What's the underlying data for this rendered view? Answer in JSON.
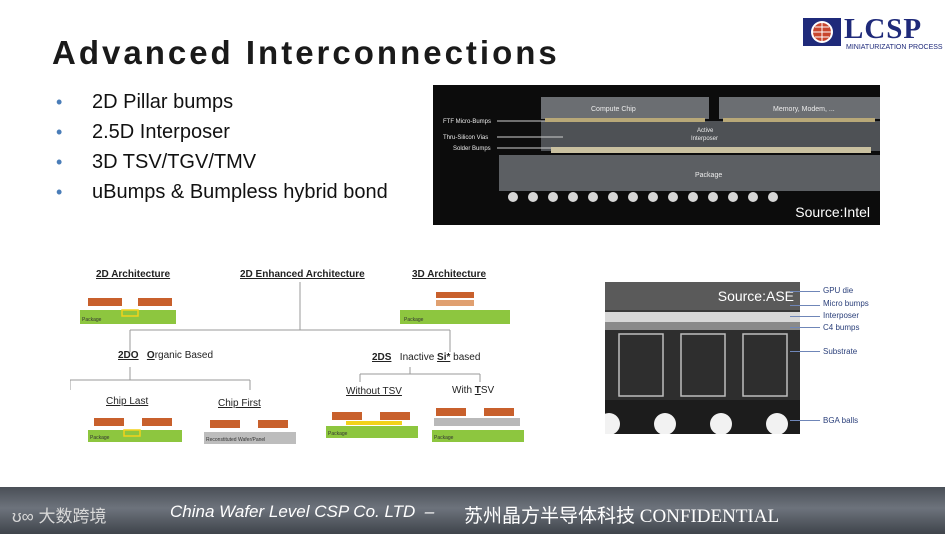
{
  "slide": {
    "title": "Advanced Interconnections",
    "bullets": [
      "2D Pillar bumps",
      "2.5D Interposer",
      "3D TSV/TGV/TMV",
      "uBumps & Bumpless hybrid bond"
    ]
  },
  "logo": {
    "name": "LCSP",
    "tagline": "MINIATURIZATION PROCESS",
    "color": "#1f2a7a"
  },
  "intel_figure": {
    "source": "Source:Intel",
    "labels": {
      "compute_chip": "Compute Chip",
      "memory": "Memory, Modem, ...",
      "ftf": "FTF Micro-Bumps",
      "tsv": "Thru-Silicon Vias",
      "solder": "Solder Bumps",
      "active1": "Active",
      "active2": "Interposer",
      "package": "Package"
    }
  },
  "ase_figure": {
    "source": "Source:ASE",
    "labels": [
      "GPU die",
      "Micro bumps",
      "Interposer",
      "C4 bumps",
      "Substrate",
      "BGA balls"
    ]
  },
  "arch_diagram": {
    "arch_2d": "2D Architecture",
    "arch_2d_enh": "2D Enhanced Architecture",
    "arch_3d": "3D Architecture",
    "do_code": "2DO",
    "do_o": "O",
    "do_rest": "rganic Based",
    "ds_code": "2DS",
    "ds_pre": "Inactive ",
    "ds_si": "Si*",
    "ds_post": " based",
    "chip_last": "Chip Last",
    "chip_first": "Chip First",
    "without_tsv": "Without TSV",
    "with_pre": "With ",
    "with_t": "T",
    "with_post": "SV",
    "package": "Package",
    "reconstituted": "Reconstituted Wafer/Panel"
  },
  "footer": {
    "watermark": "大数跨境",
    "company": "China Wafer Level CSP Co. LTD",
    "dash": "–",
    "chinese": "苏州晶方半导体科技",
    "confidential": "CONFIDENTIAL"
  }
}
